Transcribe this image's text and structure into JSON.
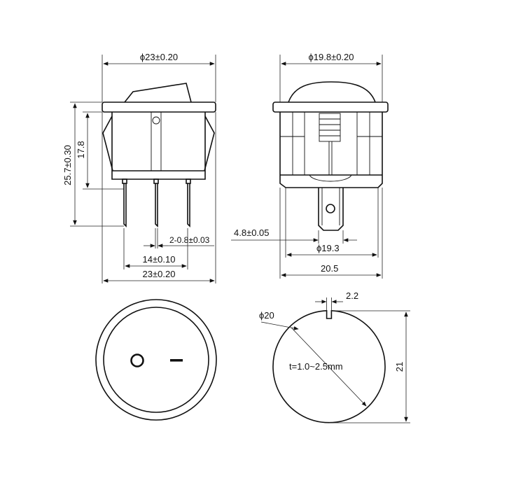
{
  "drawing": {
    "front_view": {
      "top_width": "ϕ23±0.20",
      "total_height": "25.7±0.30",
      "body_height": "17.8",
      "pin_width": "2-0.8±0.03",
      "pin_spacing": "14±0.10",
      "bottom_width": "23±0.20"
    },
    "side_view": {
      "top_width": "ϕ19.8±0.20",
      "tab_width": "4.8±0.05",
      "body_diameter": "ϕ19.3",
      "total_width": "20.5"
    },
    "top_view": {
      "off_symbol": "O",
      "on_symbol": "—"
    },
    "panel_cutout": {
      "diameter": "ϕ20",
      "key_width": "2.2",
      "height": "21",
      "thickness": "t=1.0~2.5mm"
    }
  }
}
